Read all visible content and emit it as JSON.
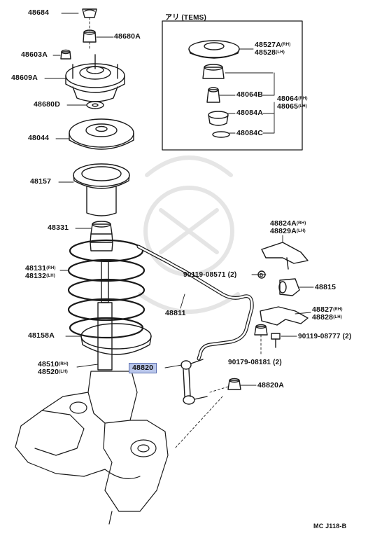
{
  "diagram": {
    "inset_title": "アリ (TEMS)",
    "diagram_code": "MC J118-B",
    "labels": {
      "p48684": "48684",
      "p48680A": "48680A",
      "p48603A": "48603A",
      "p48609A": "48609A",
      "p48680D": "48680D",
      "p48044": "48044",
      "p48157": "48157",
      "p48331": "48331",
      "p48131": "48131",
      "p48132": "48132",
      "p48158A": "48158A",
      "p48510": "48510",
      "p48520": "48520",
      "p48820": "48820",
      "p48820A": "48820A",
      "p48811": "48811",
      "p48824A": "48824A",
      "p48829A": "48829A",
      "p90119_08571": "90119-08571",
      "p48815": "48815",
      "p48827": "48827",
      "p48828": "48828",
      "p90119_08777": "90119-08777",
      "p90179_08181": "90179-08181",
      "p48527A": "48527A",
      "p48528": "48528",
      "p48064B": "48064B",
      "p48064": "48064",
      "p48065": "48065",
      "p48084A": "48084A",
      "p48084C": "48084C"
    },
    "qty": {
      "q2": "(2)",
      "marker_b": "B"
    },
    "side": {
      "rh": "(RH)",
      "lh": "(LH)"
    }
  }
}
